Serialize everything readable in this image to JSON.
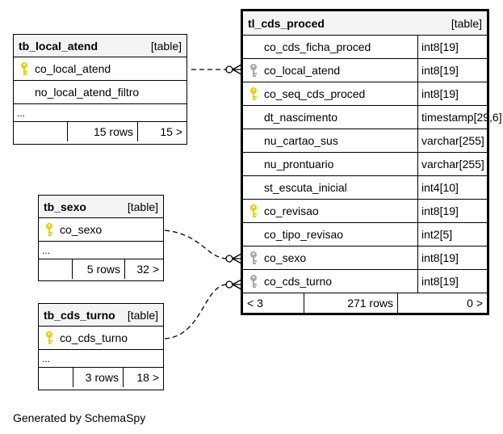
{
  "tables": {
    "local_atend": {
      "name": "tb_local_atend",
      "type": "[table]",
      "columns": [
        {
          "name": "co_local_atend",
          "key": "primary"
        },
        {
          "name": "no_local_atend_filtro",
          "key": "none"
        }
      ],
      "ellipsis": "...",
      "rows": "15 rows",
      "children": "15 >"
    },
    "sexo": {
      "name": "tb_sexo",
      "type": "[table]",
      "columns": [
        {
          "name": "co_sexo",
          "key": "primary"
        }
      ],
      "ellipsis": "...",
      "rows": "5 rows",
      "children": "32 >"
    },
    "cds_turno": {
      "name": "tb_cds_turno",
      "type": "[table]",
      "columns": [
        {
          "name": "co_cds_turno",
          "key": "primary"
        }
      ],
      "ellipsis": "...",
      "rows": "3 rows",
      "children": "18 >"
    },
    "cds_proced": {
      "name": "tl_cds_proced",
      "type": "[table]",
      "columns": [
        {
          "name": "co_cds_ficha_proced",
          "type": "int8[19]",
          "key": "none"
        },
        {
          "name": "co_local_atend",
          "type": "int8[19]",
          "key": "foreign"
        },
        {
          "name": "co_seq_cds_proced",
          "type": "int8[19]",
          "key": "primary"
        },
        {
          "name": "dt_nascimento",
          "type": "timestamp[29,6]",
          "key": "none"
        },
        {
          "name": "nu_cartao_sus",
          "type": "varchar[255]",
          "key": "none"
        },
        {
          "name": "nu_prontuario",
          "type": "varchar[255]",
          "key": "none"
        },
        {
          "name": "st_escuta_inicial",
          "type": "int4[10]",
          "key": "none"
        },
        {
          "name": "co_revisao",
          "type": "int8[19]",
          "key": "primary"
        },
        {
          "name": "co_tipo_revisao",
          "type": "int2[5]",
          "key": "none"
        },
        {
          "name": "co_sexo",
          "type": "int8[19]",
          "key": "foreign"
        },
        {
          "name": "co_cds_turno",
          "type": "int8[19]",
          "key": "foreign"
        }
      ],
      "parents": "< 3",
      "rows": "271 rows",
      "children": "0 >"
    }
  },
  "footer": "Generated by SchemaSpy",
  "colors": {
    "primary_key": "#e6d200",
    "foreign_key": "#a8a8a8"
  }
}
